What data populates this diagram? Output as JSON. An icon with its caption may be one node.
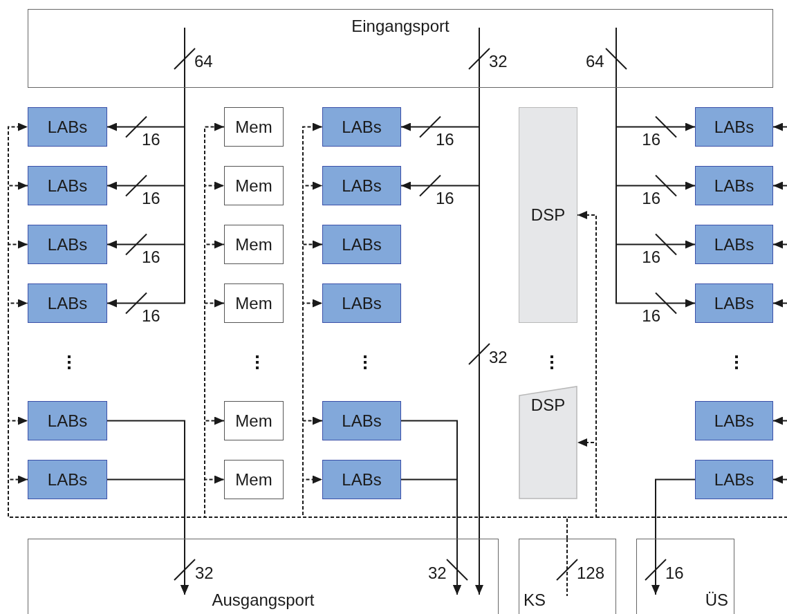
{
  "diagram": {
    "nodes": [
      {
        "text": [
          "Eingangsport"
        ]
      },
      {
        "text": [
          "LABs"
        ]
      },
      {
        "text": [
          "LABs"
        ]
      },
      {
        "text": [
          "LABs"
        ]
      },
      {
        "text": [
          "LABs"
        ]
      },
      {
        "text": [
          "LABs"
        ]
      },
      {
        "text": [
          "LABs"
        ]
      },
      {
        "text": [
          "Mem"
        ]
      },
      {
        "text": [
          "Mem"
        ]
      },
      {
        "text": [
          "Mem"
        ]
      },
      {
        "text": [
          "Mem"
        ]
      },
      {
        "text": [
          "Mem"
        ]
      },
      {
        "text": [
          "Mem"
        ]
      },
      {
        "text": [
          "LABs"
        ]
      },
      {
        "text": [
          "LABs"
        ]
      },
      {
        "text": [
          "LABs"
        ]
      },
      {
        "text": [
          "LABs"
        ]
      },
      {
        "text": [
          "LABs"
        ]
      },
      {
        "text": [
          "LABs"
        ]
      },
      {
        "text": [
          "DSP"
        ]
      },
      {
        "text": [
          "DSP"
        ]
      },
      {
        "text": [
          "LABs"
        ]
      },
      {
        "text": [
          "LABs"
        ]
      },
      {
        "text": [
          "LABs"
        ]
      },
      {
        "text": [
          "LABs"
        ]
      },
      {
        "text": [
          "LABs"
        ]
      },
      {
        "text": [
          "LABs"
        ]
      },
      {
        "text": [
          "Ausgangsport"
        ]
      },
      {
        "text": [
          "KS"
        ]
      },
      {
        "text": [
          "ÜS"
        ]
      }
    ],
    "edges": [
      {
        "from": 0,
        "to": 1,
        "arrow": "to",
        "label": "16"
      },
      {
        "from": 0,
        "to": 2,
        "arrow": "to",
        "label": "16"
      },
      {
        "from": 0,
        "to": 3,
        "arrow": "to",
        "label": "16"
      },
      {
        "from": 0,
        "to": 4,
        "arrow": "to",
        "label": "16"
      },
      {
        "from": 0,
        "to": 13,
        "arrow": "to",
        "label": "16"
      },
      {
        "from": 0,
        "to": 14,
        "arrow": "to",
        "label": "16"
      },
      {
        "from": 0,
        "to": 27,
        "arrow": "to"
      },
      {
        "from": 0,
        "to": 21,
        "arrow": "to",
        "label": "16"
      },
      {
        "from": 0,
        "to": 22,
        "arrow": "to",
        "label": "16"
      },
      {
        "from": 0,
        "to": 23,
        "arrow": "to",
        "label": "16"
      },
      {
        "from": 0,
        "to": 24,
        "arrow": "to",
        "label": "16"
      },
      {
        "from": null,
        "to": 21,
        "arrow": "to"
      },
      {
        "from": null,
        "to": 22,
        "arrow": "to"
      },
      {
        "from": null,
        "to": 23,
        "arrow": "to"
      },
      {
        "from": null,
        "to": 24,
        "arrow": "to"
      },
      {
        "from": null,
        "to": 25,
        "arrow": "to"
      },
      {
        "from": null,
        "to": 26,
        "arrow": "to"
      },
      {
        "from": 5,
        "to": 27,
        "arrow": "to"
      },
      {
        "from": 6,
        "to": 27,
        "arrow": "to"
      },
      {
        "from": 17,
        "to": 27,
        "arrow": "to"
      },
      {
        "from": 18,
        "to": 27,
        "arrow": "to"
      },
      {
        "from": 26,
        "to": 29,
        "arrow": "to"
      },
      {
        "from": 28,
        "to": 1,
        "arrow": "to",
        "style": "dashed"
      },
      {
        "from": 28,
        "to": 2,
        "arrow": "to",
        "style": "dashed"
      },
      {
        "from": 28,
        "to": 3,
        "arrow": "to",
        "style": "dashed"
      },
      {
        "from": 28,
        "to": 4,
        "arrow": "to",
        "style": "dashed"
      },
      {
        "from": 28,
        "to": 5,
        "arrow": "to",
        "style": "dashed"
      },
      {
        "from": 28,
        "to": 6,
        "arrow": "to",
        "style": "dashed"
      },
      {
        "from": 28,
        "to": 7,
        "arrow": "to",
        "style": "dashed"
      },
      {
        "from": 28,
        "to": 8,
        "arrow": "to",
        "style": "dashed"
      },
      {
        "from": 28,
        "to": 9,
        "arrow": "to",
        "style": "dashed"
      },
      {
        "from": 28,
        "to": 10,
        "arrow": "to",
        "style": "dashed"
      },
      {
        "from": 28,
        "to": 11,
        "arrow": "to",
        "style": "dashed"
      },
      {
        "from": 28,
        "to": 12,
        "arrow": "to",
        "style": "dashed"
      },
      {
        "from": 28,
        "to": 13,
        "arrow": "to",
        "style": "dashed"
      },
      {
        "from": 28,
        "to": 14,
        "arrow": "to",
        "style": "dashed"
      },
      {
        "from": 28,
        "to": 15,
        "arrow": "to",
        "style": "dashed"
      },
      {
        "from": 28,
        "to": 16,
        "arrow": "to",
        "style": "dashed"
      },
      {
        "from": 28,
        "to": 17,
        "arrow": "to",
        "style": "dashed"
      },
      {
        "from": 28,
        "to": 18,
        "arrow": "to",
        "style": "dashed"
      },
      {
        "from": 28,
        "to": 19,
        "arrow": "to",
        "style": "dashed"
      },
      {
        "from": 28,
        "to": 20,
        "arrow": "to",
        "style": "dashed"
      }
    ],
    "labels": [
      "64",
      "32",
      "64",
      "32",
      "32",
      "32",
      "128",
      "16"
    ]
  }
}
